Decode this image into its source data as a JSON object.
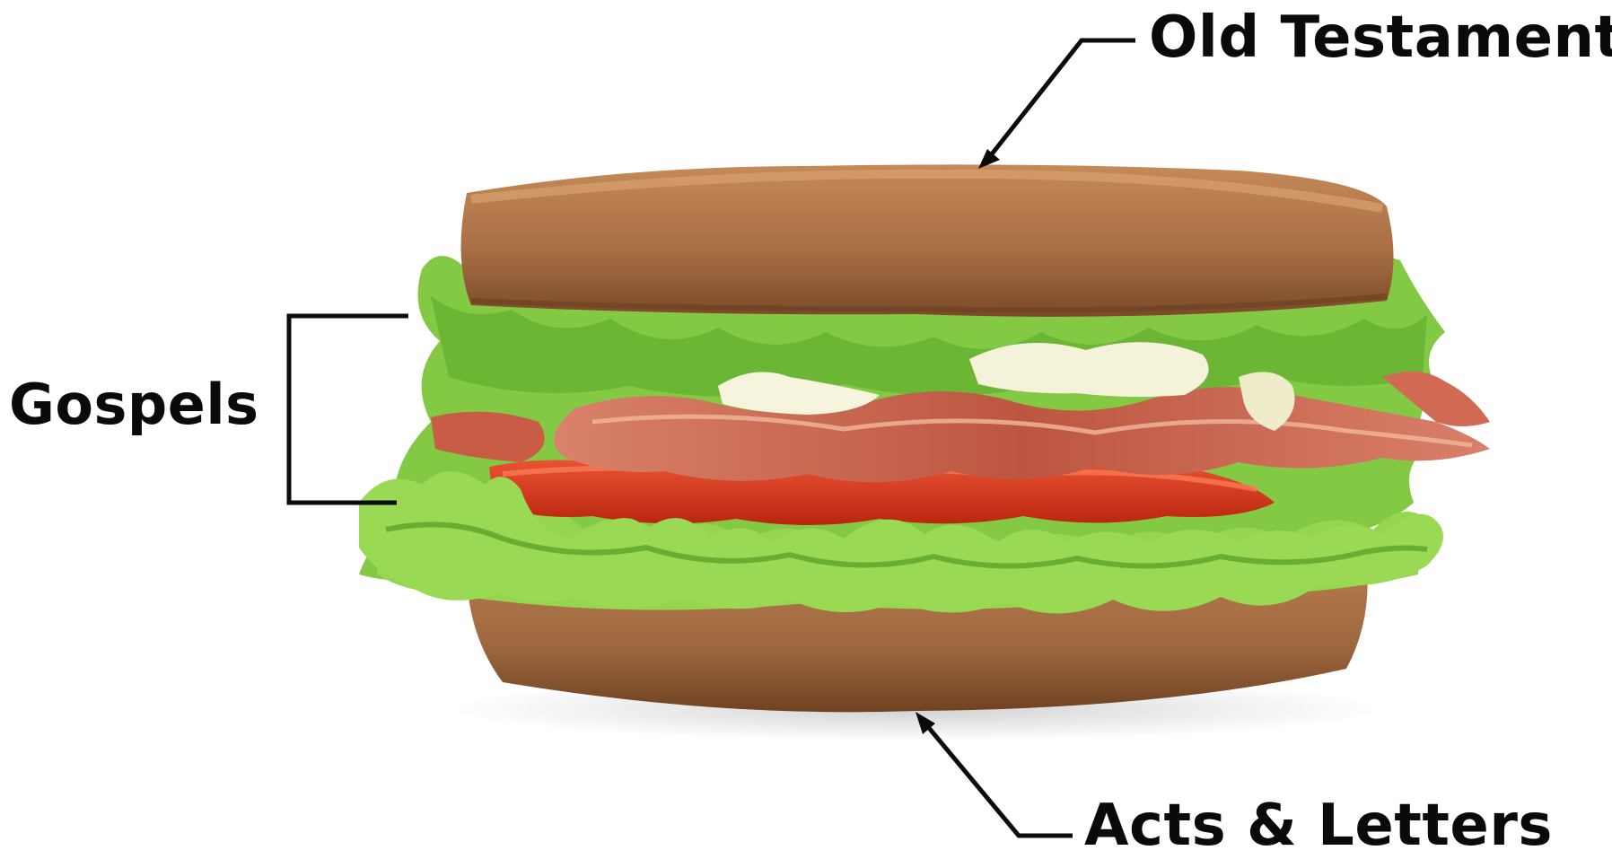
{
  "labels": {
    "old_testament": "Old Testament",
    "gospels": "Gospels",
    "acts_letters": "Acts & Letters"
  },
  "colors": {
    "bread": "#b1794d",
    "bread_dark": "#6e4424",
    "lettuce": "#8fd045",
    "lettuce_dark": "#4e9a21",
    "tomato": "#d83a1f",
    "bacon": "#c8614b",
    "mayo": "#f4f2d8",
    "arrow": "#0a0a0a"
  },
  "icons": [
    "sandwich-illustration",
    "arrow-pointer",
    "bracket"
  ]
}
